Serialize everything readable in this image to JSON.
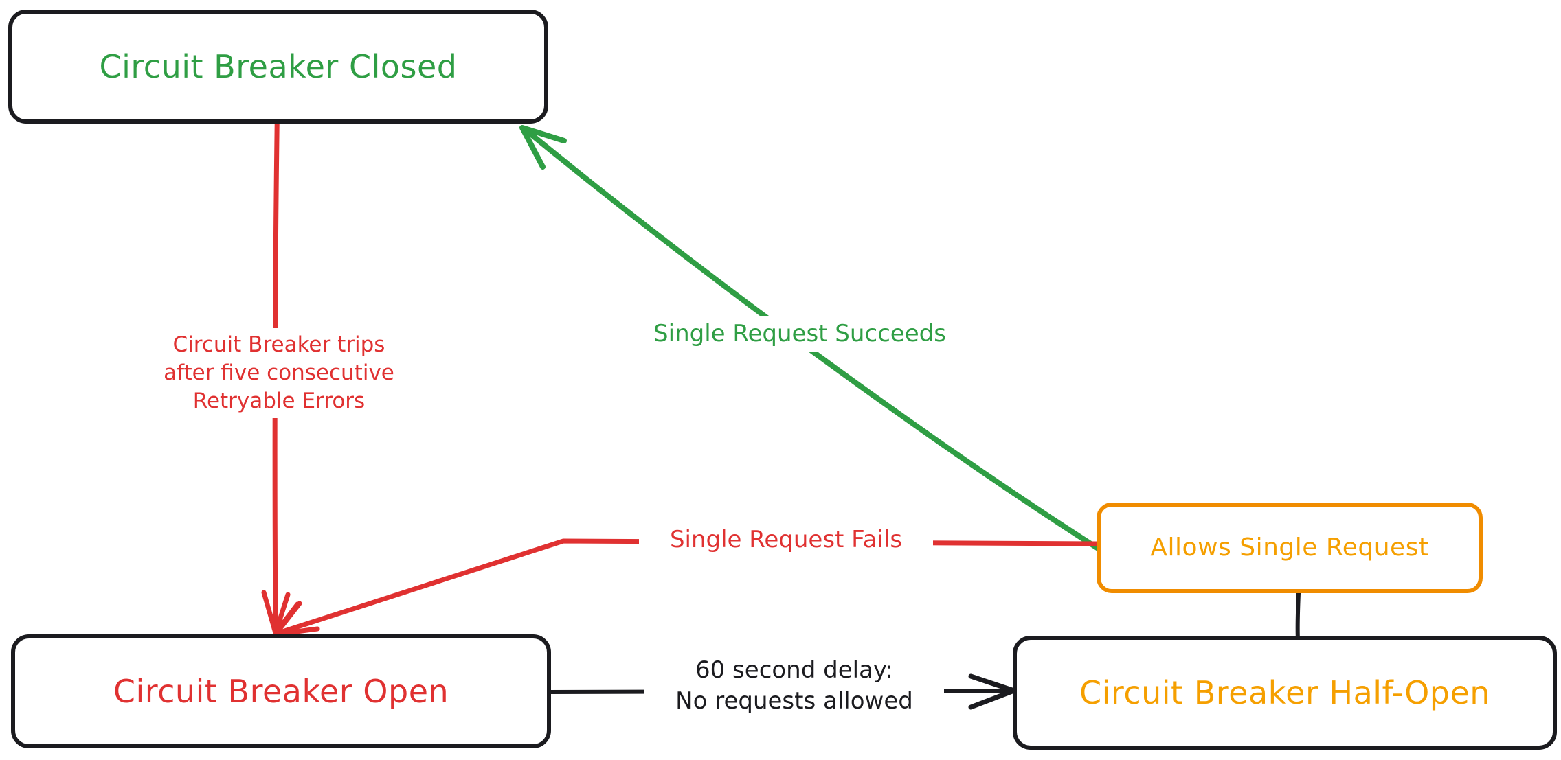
{
  "diagram": {
    "title": "Circuit Breaker State Diagram",
    "type": "state-machine-flowchart",
    "background_color": "#ffffff",
    "palette": {
      "green": "#2f9e44",
      "red": "#e03131",
      "orange": "#f08c00",
      "orange_text": "#f59f00",
      "black": "#1b1b1f",
      "white": "#ffffff"
    }
  },
  "nodes": [
    {
      "id": "closed",
      "label": "Circuit Breaker Closed",
      "text_color": "#2f9e44",
      "border_color": "#1b1b1f",
      "font_size": 46
    },
    {
      "id": "open",
      "label": "Circuit Breaker Open",
      "text_color": "#e03131",
      "border_color": "#1b1b1f",
      "font_size": 46
    },
    {
      "id": "allows",
      "label": "Allows Single Request",
      "text_color": "#f59f00",
      "border_color": "#f08c00",
      "font_size": 36
    },
    {
      "id": "half_open",
      "label": "Circuit Breaker Half-Open",
      "text_color": "#f59f00",
      "border_color": "#1b1b1f",
      "font_size": 46
    }
  ],
  "edges": [
    {
      "id": "closed_to_open",
      "from": "closed",
      "to": "open",
      "color": "#e03131",
      "arrow": true,
      "label": "Circuit Breaker trips\nafter five consecutive\nRetryable Errors",
      "label_color": "#e03131",
      "font_size": 31
    },
    {
      "id": "allows_to_closed",
      "from": "allows",
      "to": "closed",
      "color": "#2f9e44",
      "arrow": true,
      "label": "Single Request Succeeds",
      "label_color": "#2f9e44",
      "font_size": 34
    },
    {
      "id": "allows_to_open",
      "from": "allows",
      "to": "open",
      "color": "#e03131",
      "arrow": true,
      "label": "Single Request Fails",
      "label_color": "#e03131",
      "font_size": 34
    },
    {
      "id": "open_to_half_open",
      "from": "open",
      "to": "half_open",
      "color": "#1b1b1f",
      "arrow": true,
      "label": "60 second delay:\nNo requests allowed",
      "label_color": "#1b1b1f",
      "font_size": 34
    },
    {
      "id": "half_open_to_allows",
      "from": "half_open",
      "to": "allows",
      "color": "#1b1b1f",
      "arrow": false,
      "label": "",
      "label_color": "#1b1b1f",
      "font_size": 0
    }
  ]
}
